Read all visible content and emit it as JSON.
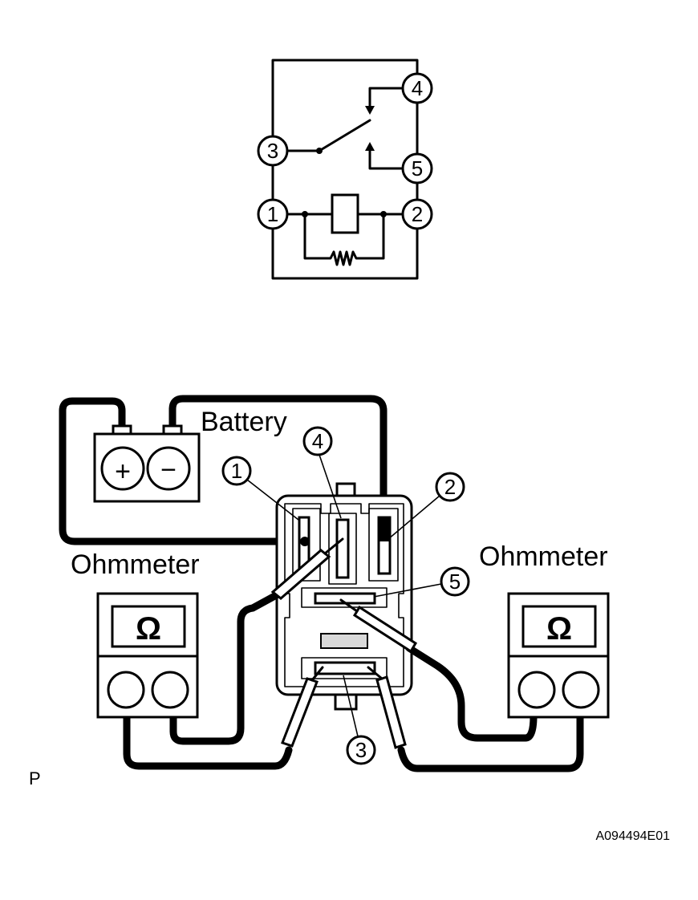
{
  "schematic": {
    "terminals": [
      "1",
      "2",
      "3",
      "4",
      "5"
    ]
  },
  "wiring": {
    "battery_label": "Battery",
    "battery_plus": "+",
    "battery_minus": "−",
    "ohmmeter_left_label": "Ohmmeter",
    "ohmmeter_right_label": "Ohmmeter",
    "ohm_symbol": "Ω",
    "terminal_callouts": [
      "1",
      "4",
      "2",
      "5",
      "3"
    ]
  },
  "corner_mark": "P",
  "figure_id": "A094494E01"
}
